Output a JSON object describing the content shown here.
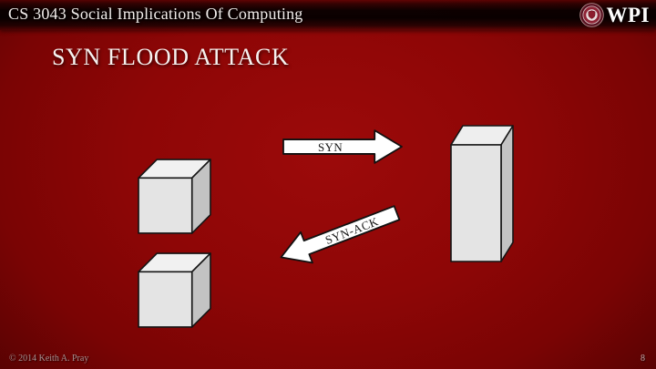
{
  "header": {
    "course_title": "CS 3043 Social Implications Of Computing",
    "logo_text": "WPI"
  },
  "slide": {
    "title": "SYN FLOOD ATTACK"
  },
  "diagram": {
    "type": "diagram",
    "shapes": [
      {
        "id": "client-cube-1",
        "shape": "cube",
        "fill": "#e4e4e4"
      },
      {
        "id": "client-cube-2",
        "shape": "cube",
        "fill": "#e4e4e4"
      },
      {
        "id": "server-column",
        "shape": "tall-rectangular-prism",
        "fill": "#e4e4e4"
      }
    ],
    "arrows": [
      {
        "label": "SYN",
        "direction": "right"
      },
      {
        "label": "SYN-ACK",
        "direction": "down-left"
      }
    ]
  },
  "footer": {
    "copyright": "© 2014 Keith A. Pray",
    "page_number": "8"
  },
  "colors": {
    "background_center": "#9c0a0a",
    "background_edge": "#330101",
    "header_band": "#0a0000",
    "shape_front": "#e4e4e4",
    "shape_top": "#f1f1f1",
    "shape_side": "#c3c3c3",
    "shape_stroke": "#141414",
    "arrow_fill": "#ffffff",
    "arrow_stroke": "#111111",
    "title_text": "#f6f1ef",
    "footer_text": "#a79191"
  }
}
